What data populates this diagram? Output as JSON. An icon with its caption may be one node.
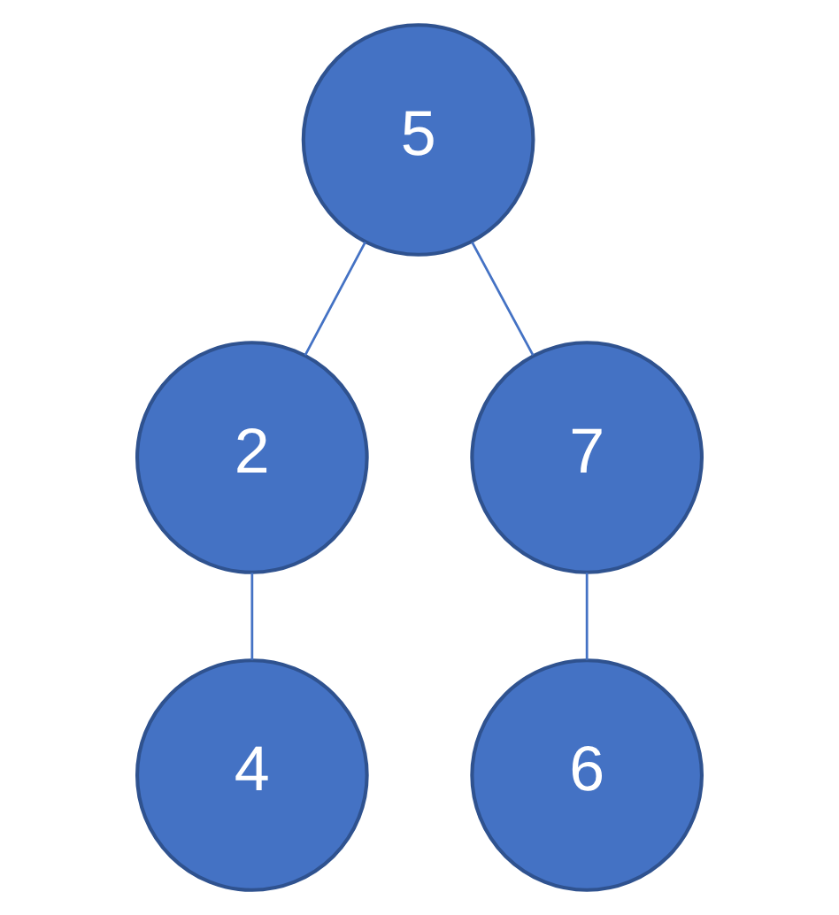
{
  "diagram": {
    "nodes": [
      {
        "text": [
          "5"
        ]
      },
      {
        "text": [
          "2"
        ]
      },
      {
        "text": [
          "7"
        ]
      },
      {
        "text": [
          "4"
        ]
      },
      {
        "text": [
          "6"
        ]
      }
    ],
    "edges": [
      {
        "from": 0,
        "to": 1,
        "arrow": "none"
      },
      {
        "from": 0,
        "to": 2,
        "arrow": "none"
      },
      {
        "from": 1,
        "to": 3,
        "arrow": "none"
      },
      {
        "from": 2,
        "to": 4,
        "arrow": "none"
      }
    ]
  }
}
